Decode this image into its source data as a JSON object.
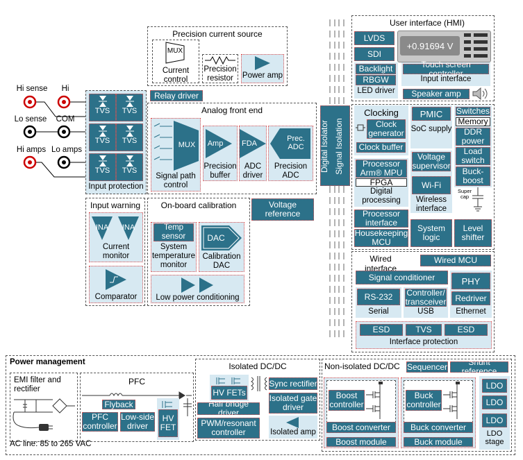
{
  "terminals": {
    "hi_sense": "Hi sense",
    "hi": "Hi",
    "lo_sense": "Lo sense",
    "com": "COM",
    "hi_amps": "Hi amps",
    "lo_amps": "Lo amps"
  },
  "tvs": "TVS",
  "input_protection": "Input protection",
  "relay_driver": "Relay driver",
  "precision_current_source": {
    "title": "Precision current source",
    "mux": "MUX",
    "current_control": "Current control",
    "precision_resistor": "Precision resistor",
    "power_amp": "Power amp"
  },
  "afe": {
    "title": "Analog front end",
    "mux": "MUX",
    "signal_path_control": "Signal path control",
    "amp": "Amp",
    "precision_buffer": "Precision buffer",
    "fda": "FDA",
    "adc_driver": "ADC driver",
    "prec_adc": "Prec. ADC",
    "precision_adc": "Precision ADC"
  },
  "input_warning": {
    "title": "Input warning",
    "ina": "INA",
    "current_monitor": "Current monitor",
    "comparator": "Comparator"
  },
  "calibration": {
    "title": "On-board calibration",
    "temp_sensor": "Temp sensor",
    "system_temperature_monitor": "System temperature monitor",
    "dac": "DAC",
    "calibration_dac": "Calibration DAC",
    "low_power_conditioning": "Low power conditioning"
  },
  "voltage_reference": "Voltage reference",
  "digital_isolator": "Digital Isolator",
  "signal_isolation": "Signal Isolation",
  "hmi": {
    "title": "User interface (HMI)",
    "lvds": "LVDS",
    "sdi": "SDI",
    "display_value": "+0.91694 V",
    "backlight": "Backlight",
    "rbgw": "RBGW",
    "led_driver": "LED driver",
    "touch_screen_controller": "Touch screen controller",
    "input_interface": "Input interface",
    "speaker_amp": "Speaker amp"
  },
  "clocking": {
    "title": "Clocking",
    "clock_generator": "Clock generator",
    "clock_buffer": "Clock buffer"
  },
  "pmic": {
    "pmic": "PMIC",
    "soc_supply": "SoC supply",
    "voltage_supervisor": "Voltage supervisor",
    "wifi": "Wi-Fi",
    "wireless_interface": "Wireless interface",
    "system_logic": "System logic",
    "level_shifter": "Level shifter"
  },
  "switches": {
    "switches": "Switches",
    "memory": "Memory",
    "ddr_power": "DDR power",
    "load_switch": "Load switch",
    "buck_boost": "Buck-boost",
    "super_cap": "Super cap"
  },
  "processor": {
    "mpu": "Processor Arm® MPU",
    "fpga": "FPGA",
    "digital_processing": "Digital processing",
    "processor_interface": "Processor interface",
    "housekeeping_mcu": "Housekeeping MCU"
  },
  "wired": {
    "title": "Wired interface",
    "wired_mcu": "Wired MCU",
    "signal_conditioner": "Signal conditioner",
    "phy": "PHY",
    "rs232": "RS-232",
    "serial": "Serial",
    "controller_transceiver": "Controller/ transceiver",
    "usb": "USB",
    "redriver": "Redriver",
    "ethernet": "Ethernet",
    "esd": "ESD",
    "tvs": "TVS",
    "interface_protection": "Interface protection"
  },
  "power": {
    "title": "Power management",
    "emi": "EMI filter and rectifier",
    "ac_line": "AC line: 85 to 265 VAC",
    "pfc": "PFC",
    "flyback": "Flyback",
    "pfc_controller": "PFC controller",
    "low_side_driver": "Low-side driver",
    "hv_fet": "HV FET",
    "isolated_dcdc": "Isolated DC/DC",
    "hv_fets": "HV FETs",
    "sync_rectifier": "Sync rectifier",
    "half_bridge_driver": "Half bridge driver",
    "isolated_gate_driver": "Isolated gate driver",
    "pwm_resonant_controller": "PWM/resonant controller",
    "isolated_amp": "Isolated amp",
    "non_isolated": "Non-isolated DC/DC",
    "sequencer": "Sequencer",
    "shunt_reference": "Shunt reference",
    "boost_controller": "Boost controller",
    "boost_converter": "Boost converter",
    "boost_module": "Boost module",
    "buck_controller": "Buck controller",
    "buck_converter": "Buck converter",
    "buck_module": "Buck module",
    "ldo": "LDO",
    "ldo_stage": "LDO stage"
  }
}
